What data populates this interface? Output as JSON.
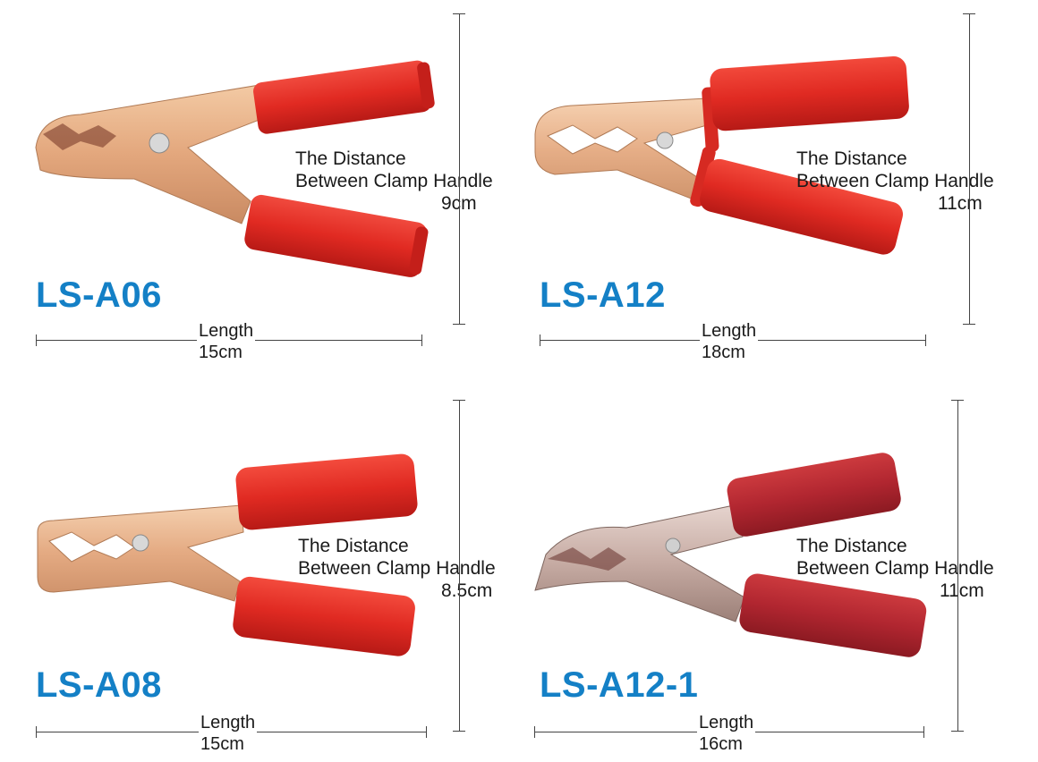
{
  "colors": {
    "model_label": "#1480c6",
    "handle_red": "#e32a24",
    "handle_dark_red": "#b5242b",
    "copper": "#e8b48a",
    "silver": "#c9b3ac"
  },
  "panels": [
    {
      "model": "LS-A06",
      "distance_label": [
        "The Distance",
        "Between Clamp Handle"
      ],
      "distance_value": "9cm",
      "length_label": "Length",
      "length_value": "15cm"
    },
    {
      "model": "LS-A12",
      "distance_label": [
        "The Distance",
        "Between Clamp Handle"
      ],
      "distance_value": "11cm",
      "length_label": "Length",
      "length_value": "18cm"
    },
    {
      "model": "LS-A08",
      "distance_label": [
        "The Distance",
        "Between Clamp Handle"
      ],
      "distance_value": "8.5cm",
      "length_label": "Length",
      "length_value": "15cm"
    },
    {
      "model": "LS-A12-1",
      "distance_label": [
        "The Distance",
        "Between Clamp Handle"
      ],
      "distance_value": "11cm",
      "length_label": "Length",
      "length_value": "16cm"
    }
  ]
}
